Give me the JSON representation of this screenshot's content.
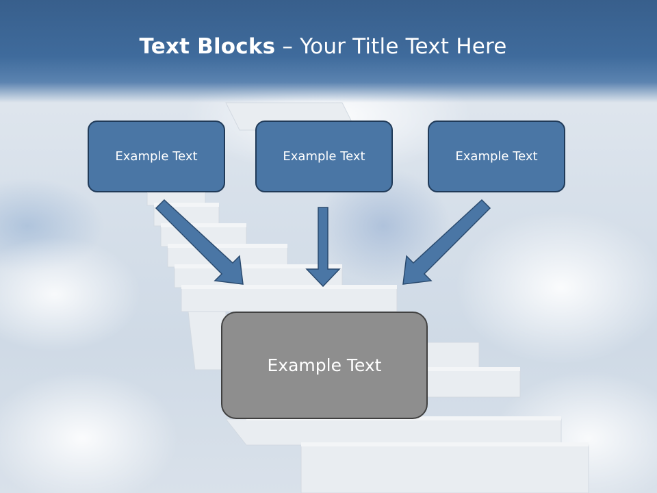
{
  "slide": {
    "title_bold": "Text Blocks",
    "title_rest": " – Your Title Text Here"
  },
  "blocks": {
    "left_label": "Example Text",
    "center_label": "Example Text",
    "right_label": "Example Text",
    "bottom_label": "Example Text"
  },
  "colors": {
    "header": "#3f6b9c",
    "block_fill": "#4a76a5",
    "block_border": "#203a58",
    "target_fill": "#8e8e8e",
    "arrow_fill": "#4a76a5"
  }
}
